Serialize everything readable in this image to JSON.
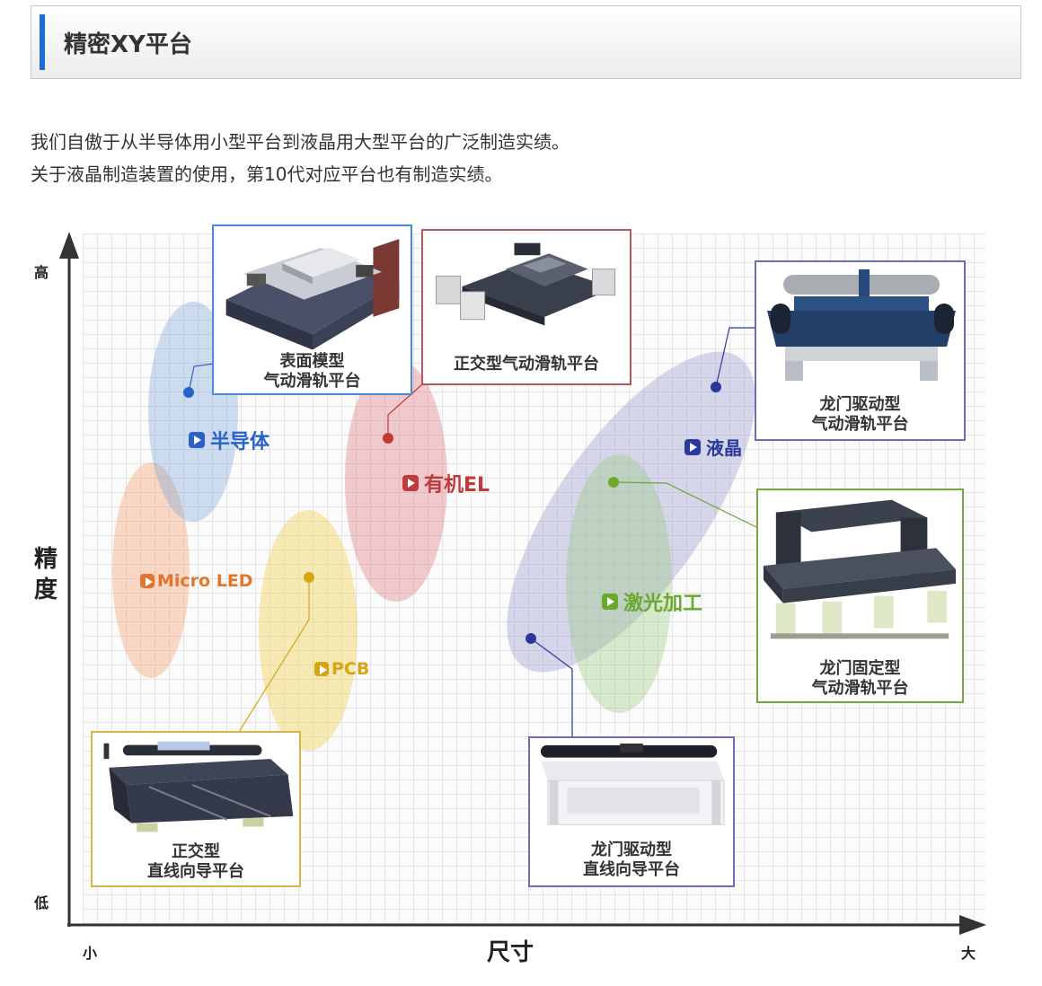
{
  "header": {
    "title": "精密XY平台"
  },
  "intro": {
    "line1": "我们自傲于从半导体用小型平台到液晶用大型平台的广泛制造实绩。",
    "line2": "关于液晶制造装置的使用，第10代对应平台也有制造实绩。"
  },
  "axes": {
    "y_title_1": "精",
    "y_title_2": "度",
    "y_high": "高",
    "y_low": "低",
    "x_title": "尺寸",
    "x_small": "小",
    "x_large": "大"
  },
  "categories": {
    "semiconductor": "半导体",
    "oled": "有机EL",
    "lcd": "液晶",
    "micro_led": "Micro LED",
    "pcb": "PCB",
    "laser": "激光加工"
  },
  "products": {
    "surface_model": {
      "line1": "表面模型",
      "line2": "气动滑轨平台"
    },
    "orthogonal_air": {
      "line1": "正交型气动滑轨平台"
    },
    "gantry_drive_air": {
      "line1": "龙门驱动型",
      "line2": "气动滑轨平台"
    },
    "gantry_fixed_air": {
      "line1": "龙门固定型",
      "line2": "气动滑轨平台"
    },
    "orthogonal_linear": {
      "line1": "正交型",
      "line2": "直线向导平台"
    },
    "gantry_drive_linear": {
      "line1": "龙门驱动型",
      "line2": "直线向导平台"
    }
  },
  "colors": {
    "accent": "#1a6fd6",
    "semiconductor": "#2a63c8",
    "oled": "#c0393b",
    "lcd": "#2b3a9a",
    "micro_led": "#e2762e",
    "pcb": "#d6a514",
    "laser": "#6aa82e"
  }
}
